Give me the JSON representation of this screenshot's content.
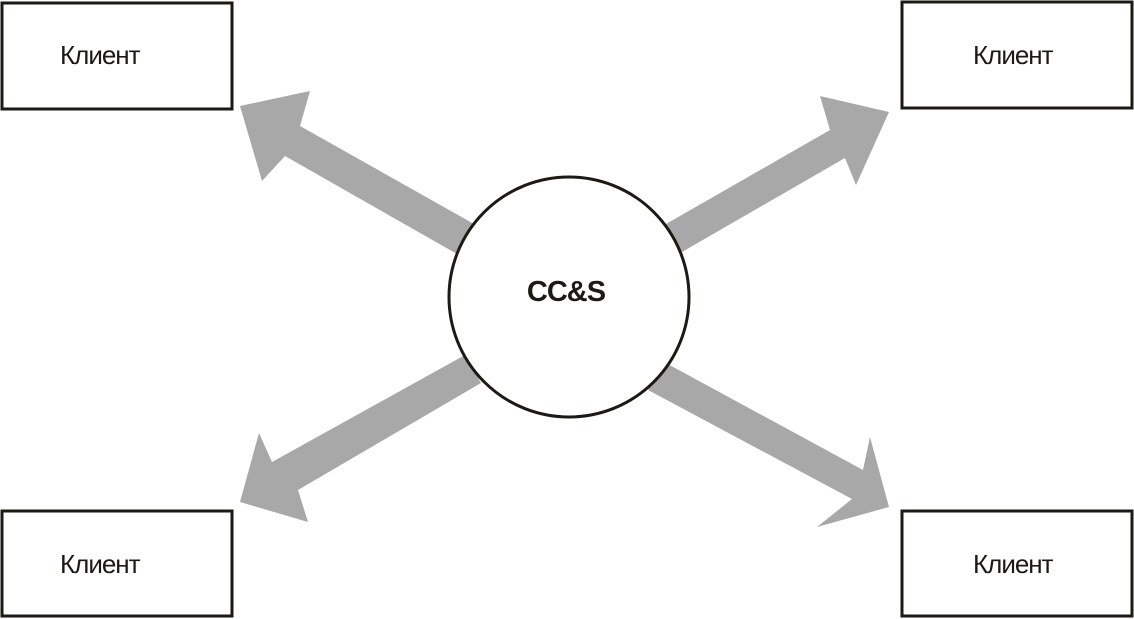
{
  "hub": {
    "label": "CC&S"
  },
  "clients": [
    {
      "label": "Клиент"
    },
    {
      "label": "Клиент"
    },
    {
      "label": "Клиент"
    },
    {
      "label": "Клиент"
    }
  ],
  "colors": {
    "arrow": "#a8a8a8",
    "outline": "#1d1a14",
    "background": "#ffffff"
  }
}
